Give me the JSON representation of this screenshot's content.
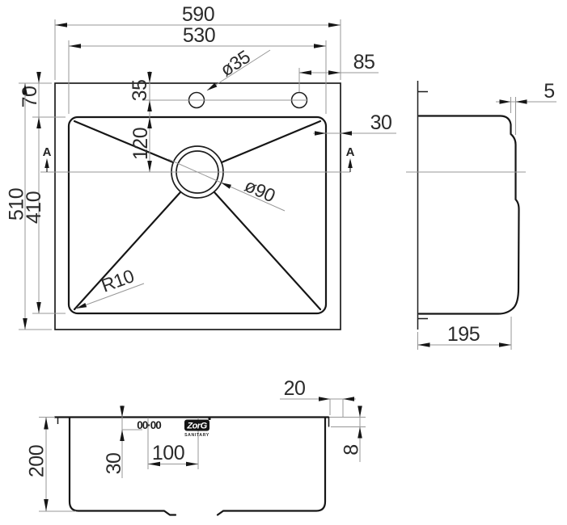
{
  "meta": {
    "description": "Three-view dimensional technical drawing of a ZorG stainless steel kitchen sink"
  },
  "brand": {
    "name": "ZorG",
    "tagline": "SANITARY",
    "stamp": "00·00"
  },
  "top_view": {
    "overall_width": "590",
    "bowl_width": "530",
    "tap_hole_offset": "85",
    "tap_hole_diameter": "ø35",
    "tap_hole_from_edge": "35",
    "drain_from_bowl_top": "120",
    "rim_front": "70",
    "overall_depth": "510",
    "bowl_depth": "410",
    "rim_side": "30",
    "drain_diameter": "ø90",
    "corner_radius": "R10",
    "section_label": "A"
  },
  "side_view": {
    "lip": "5",
    "body_height": "195"
  },
  "front_view": {
    "bowl_height": "200",
    "stamp_from_top": "30",
    "logo_offset": "100",
    "rim_overhang": "20",
    "lip_height": "8"
  }
}
